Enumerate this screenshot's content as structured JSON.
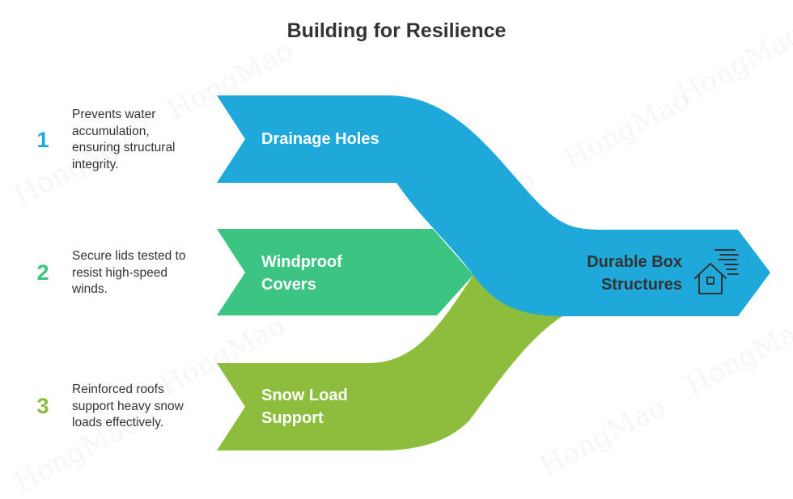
{
  "title": "Building for Resilience",
  "watermark_text": "HongMao",
  "colors": {
    "blue": "#1FA8DA",
    "green": "#3CC482",
    "olive": "#8DBD3C",
    "text": "#333333"
  },
  "steps": [
    {
      "number": "1",
      "label_lines": [
        "Drainage Holes"
      ],
      "desc_lines": [
        "Prevents water",
        "accumulation,",
        "ensuring structural",
        "integrity."
      ],
      "color": "#1FA8DA"
    },
    {
      "number": "2",
      "label_lines": [
        "Windproof",
        "Covers"
      ],
      "desc_lines": [
        "Secure lids tested to",
        "resist high-speed",
        "winds."
      ],
      "color": "#3CC482"
    },
    {
      "number": "3",
      "label_lines": [
        "Snow Load",
        "Support"
      ],
      "desc_lines": [
        "Reinforced roofs",
        "support heavy snow",
        "loads effectively."
      ],
      "color": "#8DBD3C"
    }
  ],
  "result": {
    "label_lines": [
      "Durable Box",
      "Structures"
    ],
    "icon": "windy-house-icon"
  }
}
